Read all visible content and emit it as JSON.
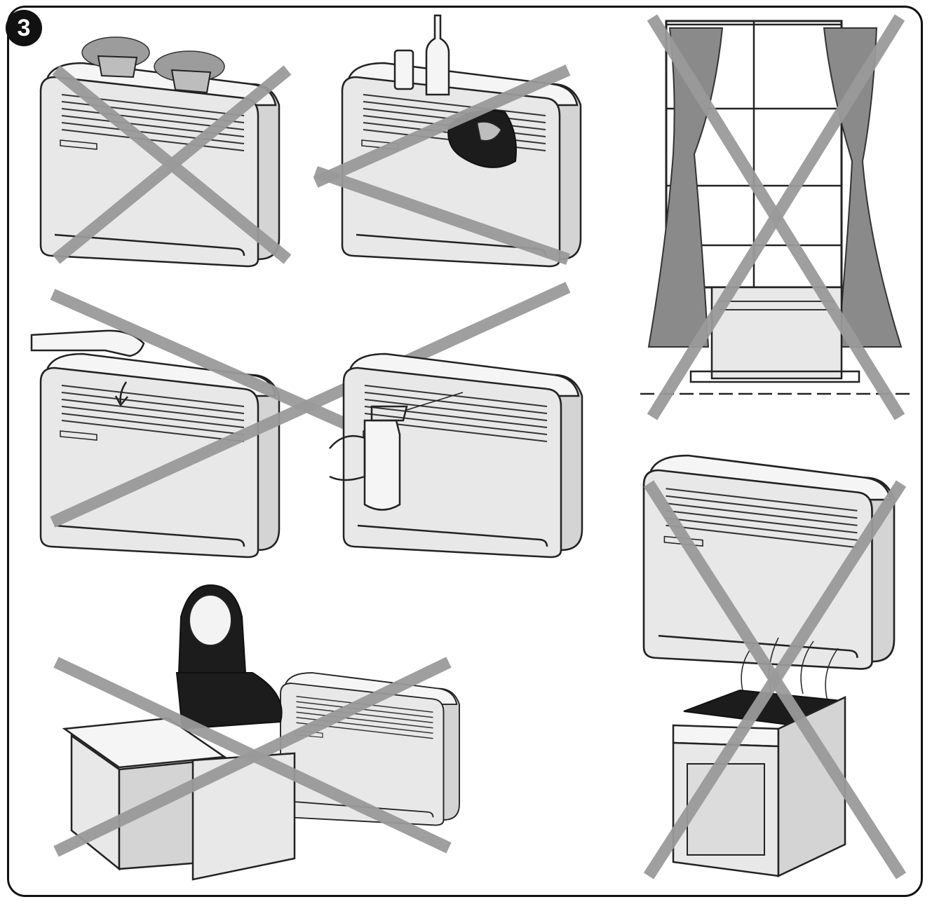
{
  "figure": {
    "number_badge": "3"
  },
  "panels": [
    {
      "id": "plants-on-unit",
      "meaning": ""
    },
    {
      "id": "objects-on-unit",
      "meaning": ""
    },
    {
      "id": "hand-in-grille",
      "meaning": ""
    },
    {
      "id": "spray-water",
      "meaning": ""
    },
    {
      "id": "curtains-covering",
      "meaning": ""
    },
    {
      "id": "furniture-blocking",
      "meaning": ""
    },
    {
      "id": "above-stove",
      "meaning": ""
    }
  ],
  "colors": {
    "cross": "#9a9a9a",
    "outline": "#222222",
    "unit_fill": "#e8e8e8",
    "badge": "#111111"
  }
}
